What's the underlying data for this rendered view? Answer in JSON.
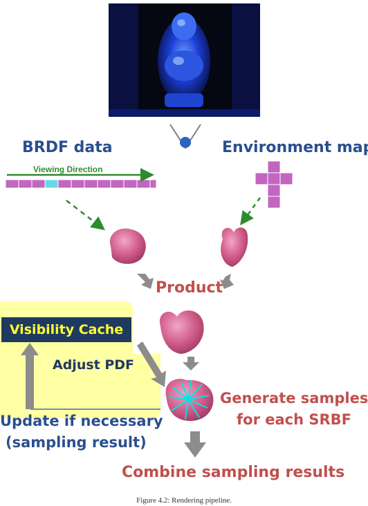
{
  "labels": {
    "brdf": "BRDF data",
    "environment": "Environment map",
    "viewing_direction": "Viewing Direction",
    "product": "Product",
    "visibility_cache": "Visibility Cache",
    "adjust_pdf": "Adjust PDF",
    "update_line1": "Update if necessary",
    "update_line2": "(sampling result)",
    "generate_line1": "Generate samples",
    "generate_line2": "for each SRBF",
    "combine": "Combine sampling results",
    "caption": "Figure 4.2: Rendering pipeline."
  },
  "colors": {
    "blue_text": "#2a4f8e",
    "red_text": "#c0504d",
    "green_arrow": "#2e8b2e",
    "lobe_pink": "#cf5a88",
    "cell_magenta": "#c266c2",
    "cell_highlight": "#66d9e8",
    "gray_arrow": "#8c8c8c",
    "cache_box": "#1f3a5f",
    "cache_text": "#ffff33",
    "highlight_yellow": "#ffff99"
  }
}
